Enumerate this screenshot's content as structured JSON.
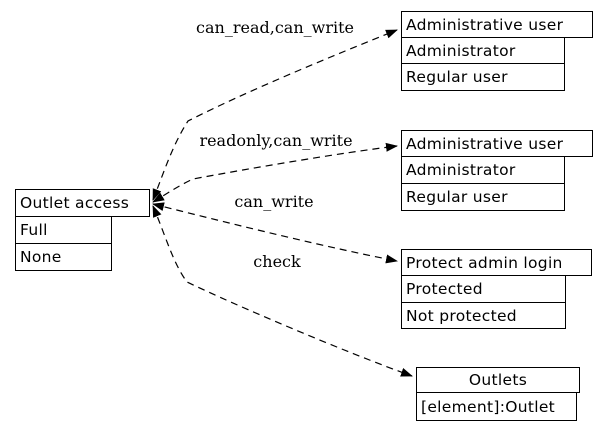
{
  "colors": {
    "background": "#ffffff",
    "line": "#000000",
    "node_fill": "#ffffff",
    "text": "#000000"
  },
  "nodes": [
    {
      "id": "outlet-access",
      "header": "Outlet access",
      "rows": [
        "Full",
        "None"
      ]
    },
    {
      "id": "administrative-user-1",
      "header": "Administrative user",
      "rows": [
        "Administrator",
        "Regular user"
      ]
    },
    {
      "id": "administrative-user-2",
      "header": "Administrative user",
      "rows": [
        "Administrator",
        "Regular user"
      ]
    },
    {
      "id": "protect-admin-login",
      "header": "Protect admin login",
      "rows": [
        "Protected",
        "Not protected"
      ]
    },
    {
      "id": "outlets",
      "header": "Outlets",
      "rows": [
        "[element]:Outlet"
      ]
    }
  ],
  "edges": [
    {
      "label": "can_read,can_write",
      "from": "outlet-access",
      "to": "administrative-user-1",
      "style": "dashed",
      "direction": "both"
    },
    {
      "label": "readonly,can_write",
      "from": "outlet-access",
      "to": "administrative-user-2",
      "style": "dashed",
      "direction": "both"
    },
    {
      "label": "can_write",
      "from": "outlet-access",
      "to": "protect-admin-login",
      "style": "dashed",
      "direction": "both"
    },
    {
      "label": "check",
      "from": "outlet-access",
      "to": "outlets",
      "style": "dashed",
      "direction": "both"
    }
  ]
}
